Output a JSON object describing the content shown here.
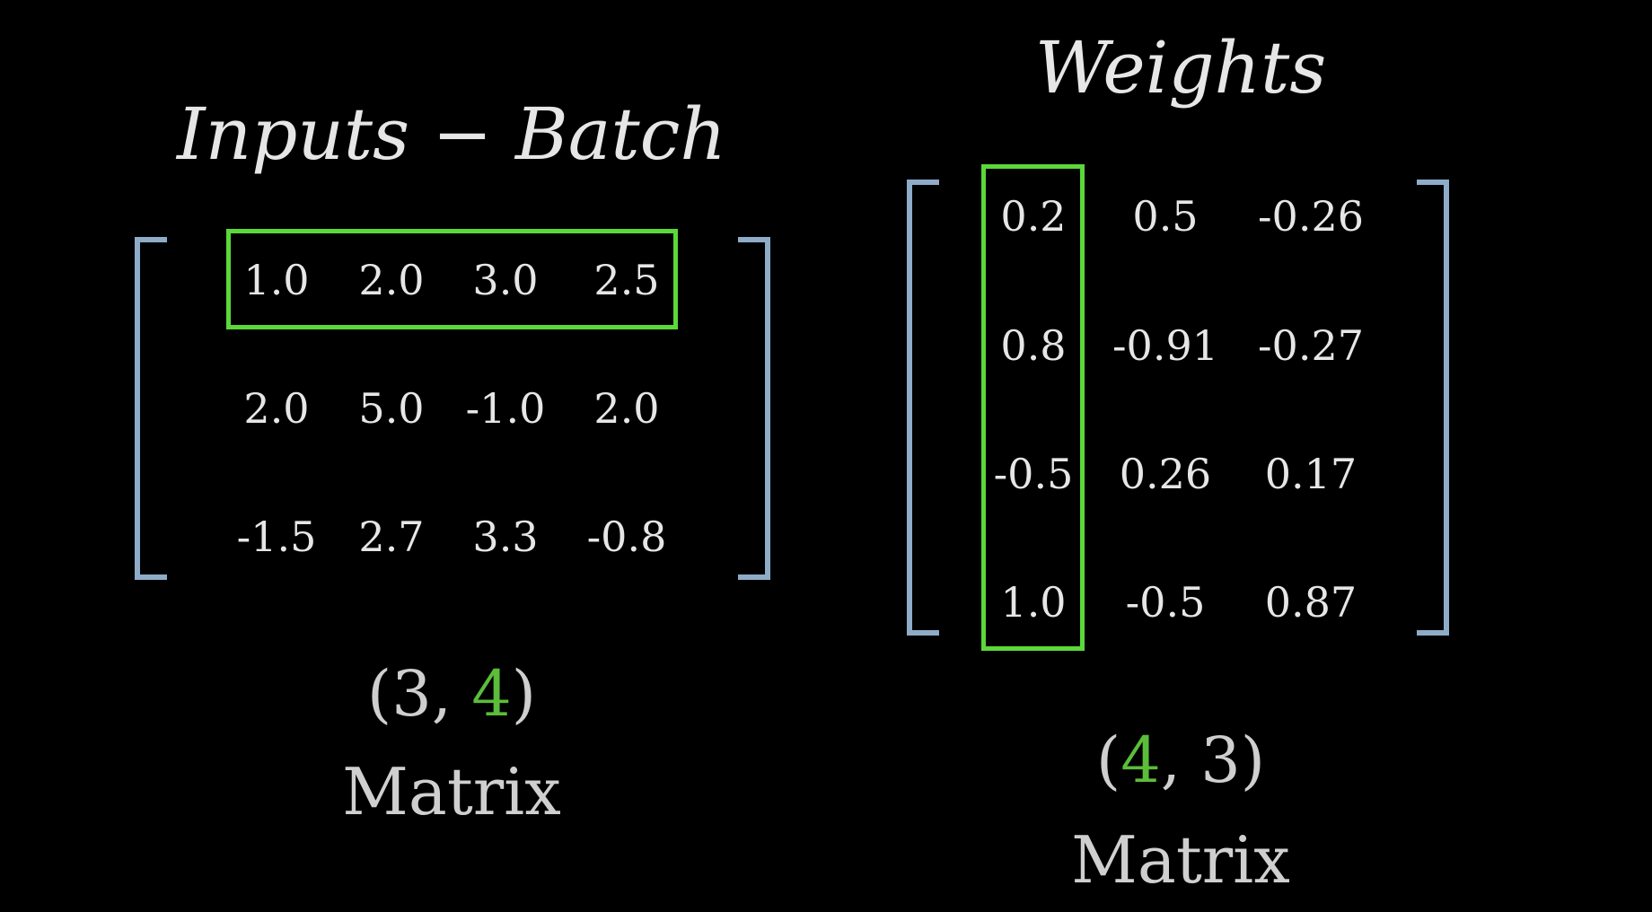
{
  "inputs": {
    "title": "Inputs − Batch",
    "rows": [
      [
        "1.0",
        "2.0",
        "3.0",
        "2.5"
      ],
      [
        "2.0",
        "5.0",
        "-1.0",
        "2.0"
      ],
      [
        "-1.5",
        "2.7",
        "3.3",
        "-0.8"
      ]
    ],
    "shape": {
      "open": "(",
      "rows": "3",
      "sep": ", ",
      "cols": "4",
      "close": ")"
    },
    "label": "Matrix",
    "highlighted_row": 0
  },
  "weights": {
    "title": "Weights",
    "rows": [
      [
        "0.2",
        "0.5",
        "-0.26"
      ],
      [
        "0.8",
        "-0.91",
        "-0.27"
      ],
      [
        "-0.5",
        "0.26",
        "0.17"
      ],
      [
        "1.0",
        "-0.5",
        "0.87"
      ]
    ],
    "shape": {
      "open": "(",
      "rows": "4",
      "sep": ", ",
      "cols": "3",
      "close": ")"
    },
    "label": "Matrix",
    "highlighted_column": 0
  },
  "colors": {
    "background": "#000000",
    "text": "#e6e6e6",
    "bracket": "#8eacc8",
    "highlight": "#5bd83a"
  }
}
